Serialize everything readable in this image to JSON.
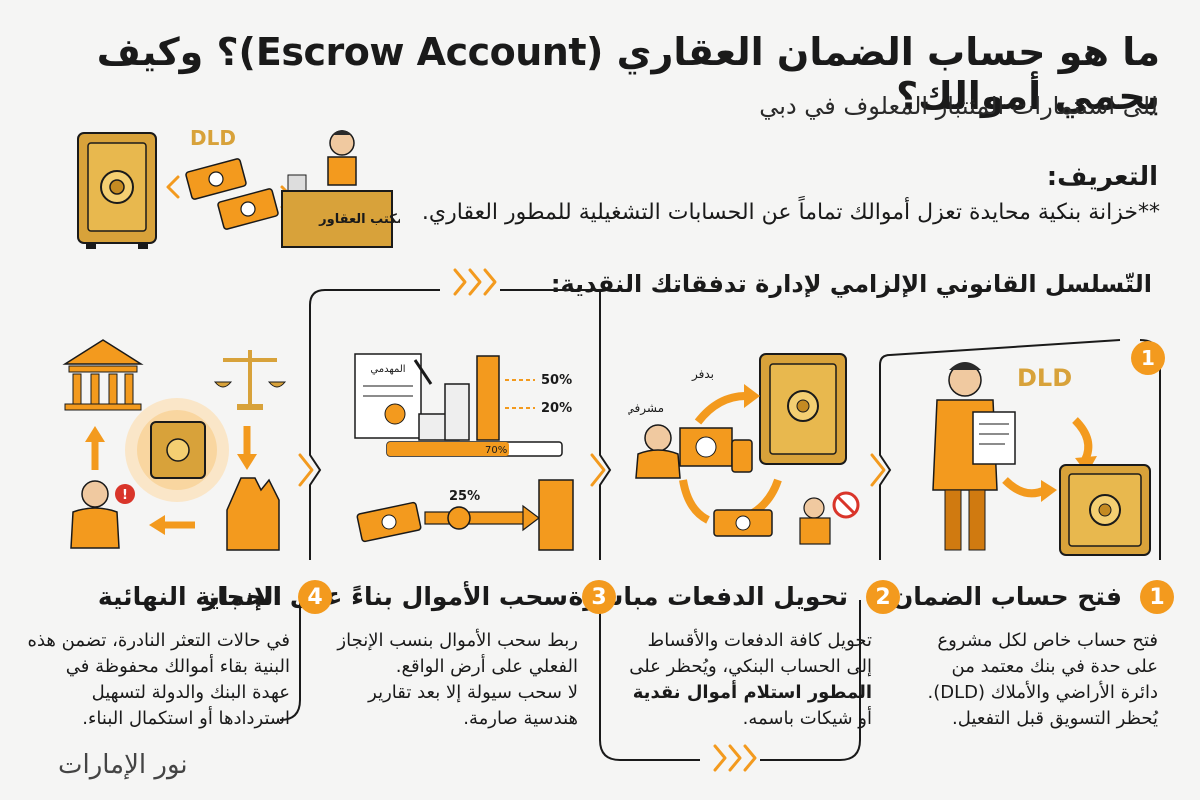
{
  "header": {
    "title": "ما هو حساب الضمان العقاري (Escrow Account)؟ وكيف يحمي أموالك؟",
    "subtitle": "للى استثمارات المثتبار المعلوف في دبي"
  },
  "definition": {
    "heading": "التعريف:",
    "text": "**خزانة بنكية محايدة تعزل أموالك تماماً عن الحسابات التشغيلية للمطور العقاري."
  },
  "chain": {
    "heading": "التّسلسل القانوني الإلزامي لإدارة تدفقاتك النقدية:"
  },
  "illustration": {
    "office_label": "مكتب العقاور",
    "dld_logo": "DLD"
  },
  "steps": [
    {
      "number": "1",
      "title": "فتح حساب الضمان",
      "lines": [
        "فتح حساب خاص لكل مشروع",
        "على حدة في بنك معتمد من",
        "دائرة الأراضي والأملاك (DLD).",
        "يُحظر التسويق قبل التفعيل."
      ]
    },
    {
      "number": "2",
      "title": "تحويل الدفعات مباشرة",
      "lines": [
        "تحويل كافة الدفعات والأقساط",
        "إلى الحساب البنكي، ويُحظر على"
      ],
      "bold_line": "المطور استلام أموال نقدية",
      "last_line": "أو شيكات باسمه."
    },
    {
      "number": "3",
      "title": "سحب الأموال بناءً على الإنجاز",
      "lines": [
        "ربط سحب الأموال بنسب الإنجاز",
        "الفعلي على أرض الواقع.",
        "لا سحب سيولة إلا بعد تقارير",
        "هندسية صارمة."
      ]
    },
    {
      "number": "4",
      "title": "الحماية النهائية",
      "lines": [
        "في حالات التعثر النادرة، تضمن هذه",
        "البنية بقاء أموالك محفوظة في",
        "عهدة البنك والدولة لتسهيل",
        "استردادها أو استكمال البناء."
      ]
    }
  ],
  "step1_art": {
    "badge": "1",
    "dld_logo": "DLD"
  },
  "step2_art": {
    "supervisor": "مشرفي",
    "payer": "بدفر"
  },
  "step3_art": {
    "doc_label": "المهدمي",
    "pct_top": "50%",
    "pct_mid": "20%",
    "progress": "70%",
    "transfer_pct": "25%"
  },
  "footer": {
    "brand": "نور الإمارات"
  },
  "colors": {
    "accent": "#f39a1e",
    "gold": "#d8a23a",
    "dark": "#1a1a1a"
  }
}
